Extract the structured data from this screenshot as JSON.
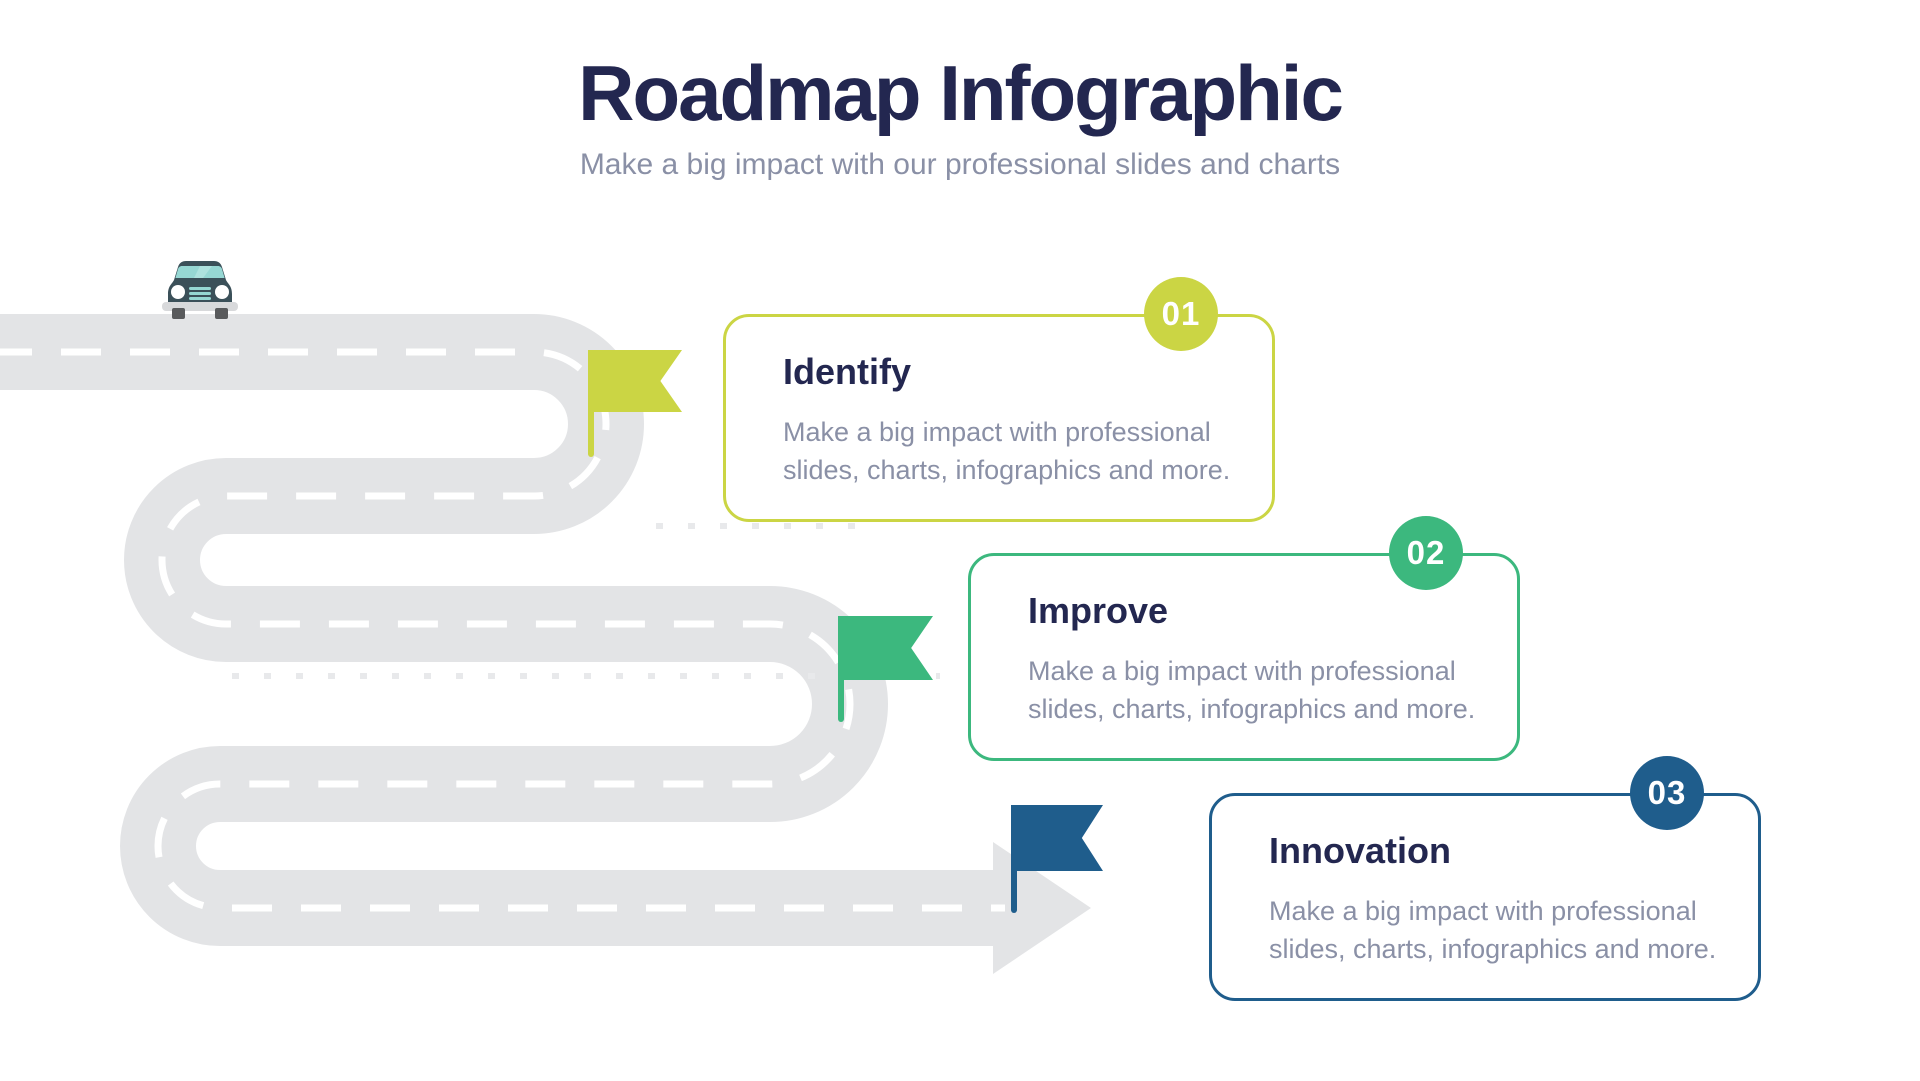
{
  "header": {
    "title": "Roadmap Infographic",
    "subtitle": "Make a big impact with our professional slides and charts"
  },
  "colors": {
    "navy": "#232750",
    "text_gray": "#8a90a6",
    "road": "#e3e4e6",
    "road_dash": "#ffffff",
    "gap_dots": "#e8e9eb",
    "yellow": "#cbd544",
    "green": "#3cb87e",
    "blue": "#1f5d8c",
    "car_body": "#3b5059",
    "car_glass": "#96d7d3",
    "car_glass_shine": "#c2ebe7",
    "car_bumper": "#d8d9db",
    "car_wheel": "#595a5c",
    "car_light": "#ffffff"
  },
  "steps": [
    {
      "number": "01",
      "title": "Identify",
      "description": "Make a big impact with professional slides, charts, infographics and more.",
      "color": "#cbd544"
    },
    {
      "number": "02",
      "title": "Improve",
      "description": "Make a big impact with professional slides, charts, infographics and more.",
      "color": "#3cb87e"
    },
    {
      "number": "03",
      "title": "Innovation",
      "description": "Make a big impact with professional slides, charts, infographics and more.",
      "color": "#1f5d8c"
    }
  ],
  "icons": {
    "car": "car-icon",
    "flag": "flag-marker-icon",
    "arrow": "road-arrow-icon"
  }
}
